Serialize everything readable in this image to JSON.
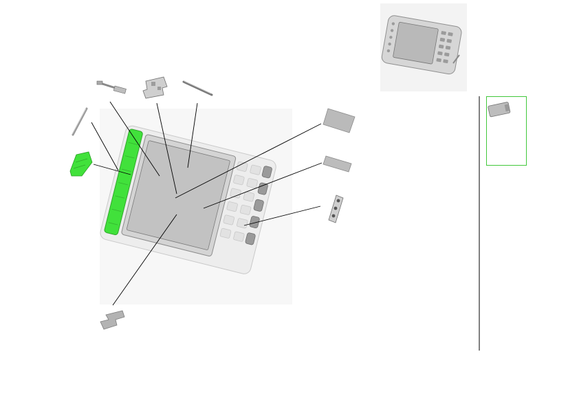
{
  "viewer": {
    "background": "#ffffff"
  },
  "assembly": {
    "name": "handheld-device-exploded-view",
    "board_color": "#ececec",
    "screen_color": "#c2c2c2",
    "highlight_color": "#41e13b",
    "leader_color": "#000000"
  },
  "parts": [
    {
      "id": "cable-part",
      "icon": "cable-icon"
    },
    {
      "id": "bracket-part",
      "icon": "bracket-icon"
    },
    {
      "id": "pin-part",
      "icon": "pin-icon"
    },
    {
      "id": "rod-part",
      "icon": "rod-icon"
    },
    {
      "id": "green-connector-part",
      "icon": "connector-icon"
    },
    {
      "id": "shield-plate-part",
      "icon": "plate-icon"
    },
    {
      "id": "strip-part",
      "icon": "strip-icon"
    },
    {
      "id": "switch-bar-part",
      "icon": "switch-bar-icon"
    },
    {
      "id": "flex-cable-part",
      "icon": "flex-cable-icon"
    }
  ],
  "selection": {
    "border_color": "#41c83a",
    "part": "battery-cover-part"
  }
}
